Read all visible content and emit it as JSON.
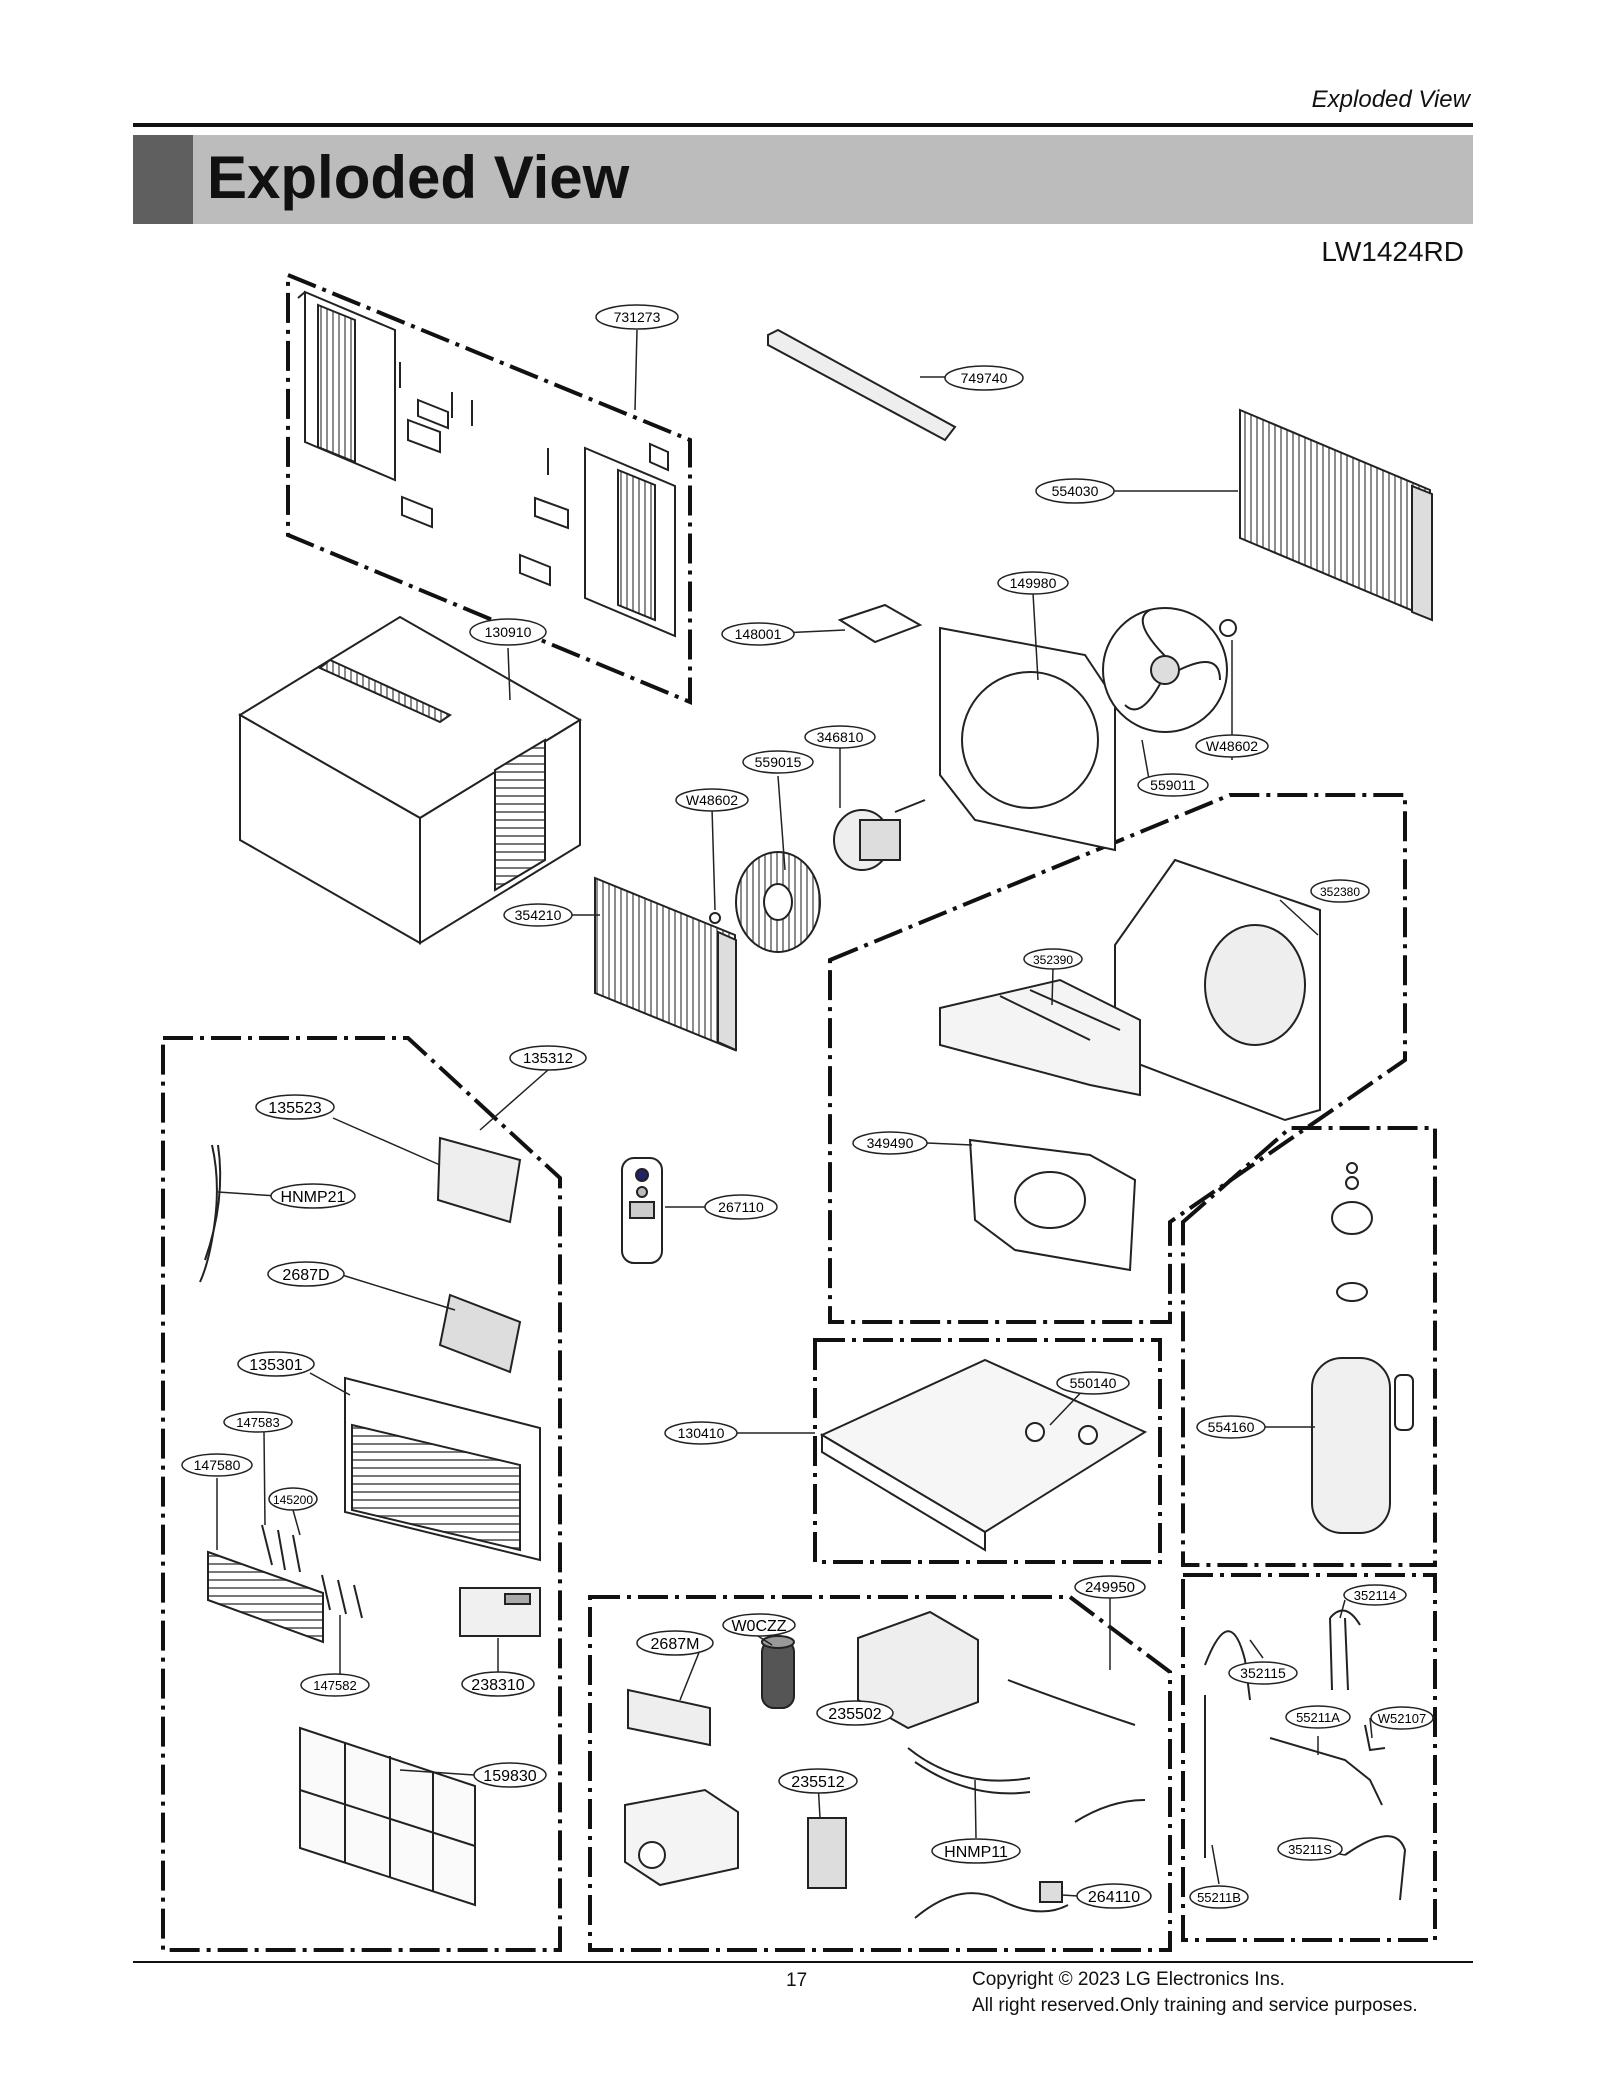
{
  "header": {
    "section_label": "Exploded View",
    "title": "Exploded View",
    "model": "LW1424RD"
  },
  "parts": {
    "p731273": "731273",
    "p749740": "749740",
    "p554030": "554030",
    "p149980": "149980",
    "p148001": "148001",
    "p130910": "130910",
    "p346810": "346810",
    "p559015": "559015",
    "pW48602a": "W48602",
    "pW48602b": "W48602",
    "p559011": "559011",
    "p352380": "352380",
    "p354210": "354210",
    "p352390": "352390",
    "p135312": "135312",
    "p135523": "135523",
    "p349490": "349490",
    "pHNMP21": "HNMP21",
    "p267110": "267110",
    "p2687D": "2687D",
    "p135301": "135301",
    "p550140": "550140",
    "p147583": "147583",
    "p130410": "130410",
    "p554160": "554160",
    "p147580": "147580",
    "p145200": "145200",
    "p249950": "249950",
    "p352114": "352114",
    "pW0CZZ": "W0CZZ",
    "p2687M": "2687M",
    "p352115": "352115",
    "p147582": "147582",
    "p238310": "238310",
    "p235502": "235502",
    "p55211A": "55211A",
    "pW52107": "W52107",
    "p159830": "159830",
    "p235512": "235512",
    "pHNMP11": "HNMP11",
    "p35211S": "35211S",
    "p55211B": "55211B",
    "p264110": "264110"
  },
  "footer": {
    "page_number": "17",
    "copyright_line1": "Copyright © 2023 LG Electronics Ins.",
    "copyright_line2": "All right reserved.Only training and service purposes."
  }
}
